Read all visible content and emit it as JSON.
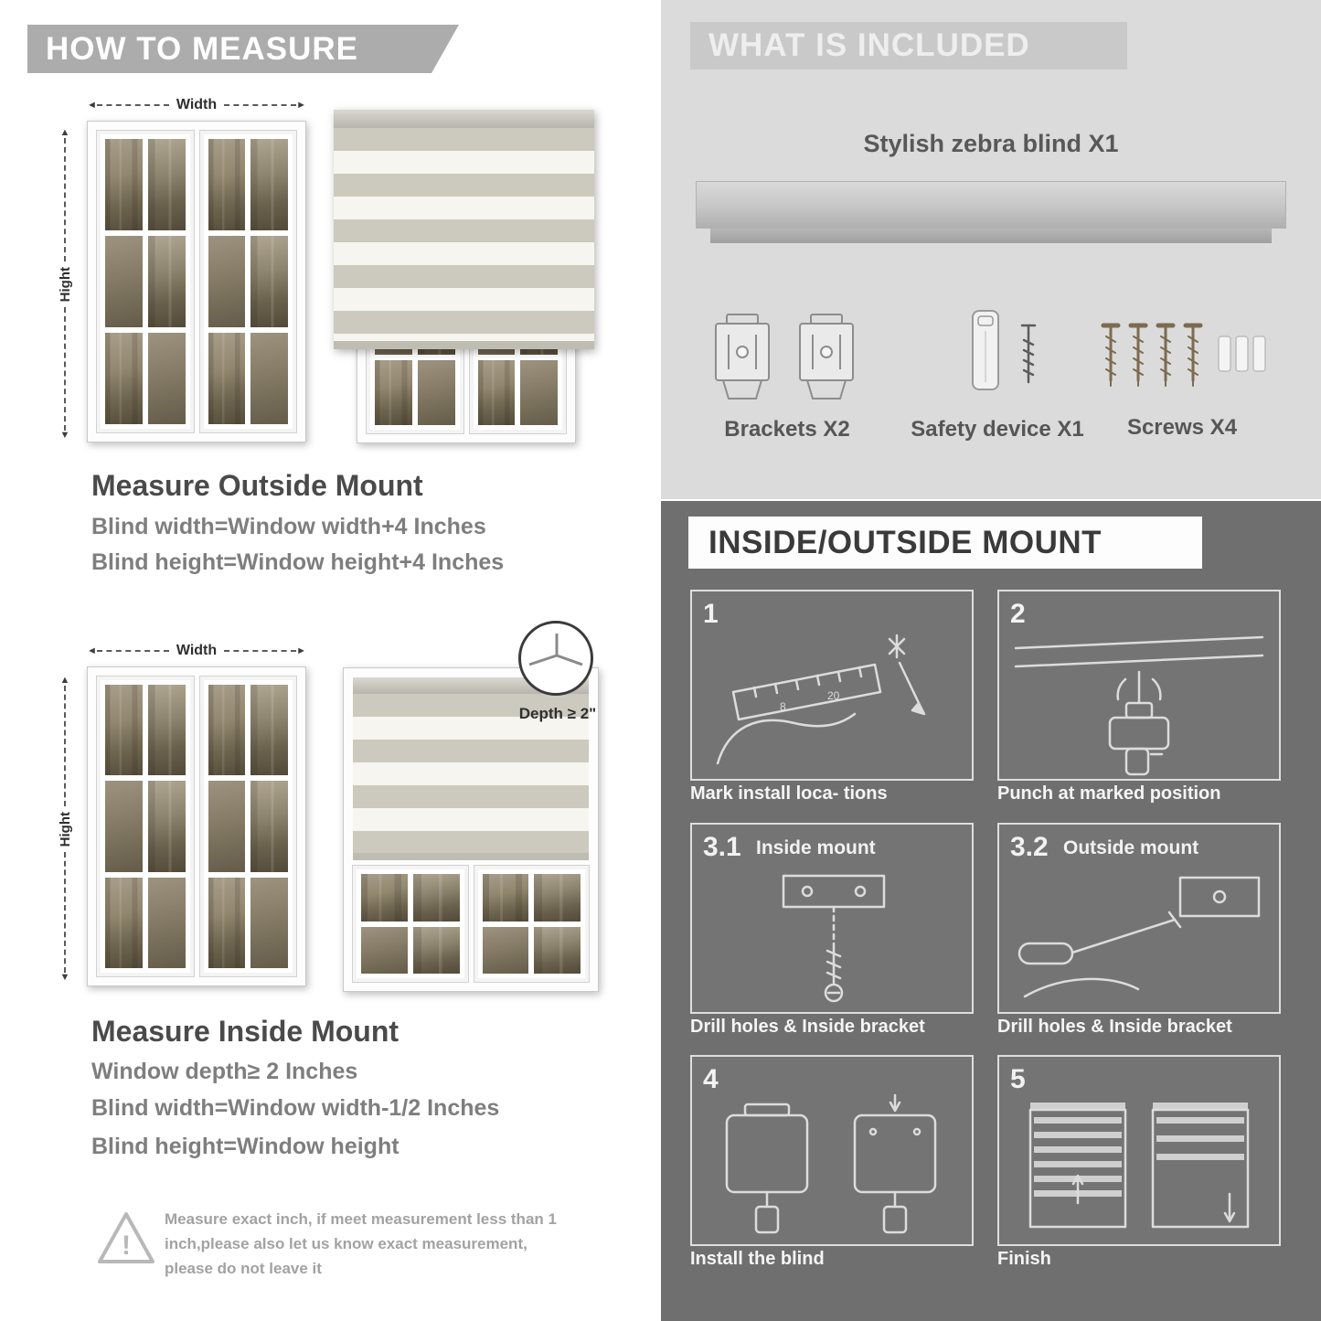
{
  "left": {
    "header": "HOW TO MEASURE",
    "outside": {
      "width_label": "Width",
      "height_label": "Hight",
      "title": "Measure Outside Mount",
      "lines": [
        "Blind width=Window width+4 Inches",
        "Blind height=Window height+4 Inches"
      ]
    },
    "inside": {
      "width_label": "Width",
      "height_label": "Hight",
      "depth_callout": "Depth ≥ 2\"",
      "title": "Measure Inside Mount",
      "lines": [
        "Window depth≥ 2 Inches",
        "Blind width=Window width-1/2 Inches",
        "Blind height=Window height"
      ]
    },
    "warning_text": "Measure exact inch, if meet measurement less than 1 inch,please also let us know exact measurement, please do not leave it"
  },
  "included": {
    "header": "WHAT IS INCLUDED",
    "product_label": "Stylish zebra blind X1",
    "items": [
      {
        "label": "Brackets X2",
        "icon": "brackets-icon"
      },
      {
        "label": "Safety device X1",
        "icon": "safety-device-icon"
      },
      {
        "label": "Screws X4",
        "icon": "screws-icon"
      }
    ]
  },
  "mount": {
    "header": "INSIDE/OUTSIDE MOUNT",
    "steps": [
      {
        "num": "1",
        "label": "",
        "caption": "Mark install loca- tions",
        "icon": "mark-location-icon"
      },
      {
        "num": "2",
        "label": "",
        "caption": "Punch at  marked position",
        "icon": "drill-icon"
      },
      {
        "num": "3.1",
        "label": "Inside mount",
        "caption": "Drill holes &  Inside bracket",
        "icon": "inside-bracket-icon"
      },
      {
        "num": "3.2",
        "label": "Outside mount",
        "caption": "Drill holes &  Inside bracket",
        "icon": "outside-bracket-icon"
      },
      {
        "num": "4",
        "label": "",
        "caption": "Install the blind",
        "icon": "install-blind-icon"
      },
      {
        "num": "5",
        "label": "",
        "caption": "Finish",
        "icon": "finish-icon"
      }
    ]
  }
}
